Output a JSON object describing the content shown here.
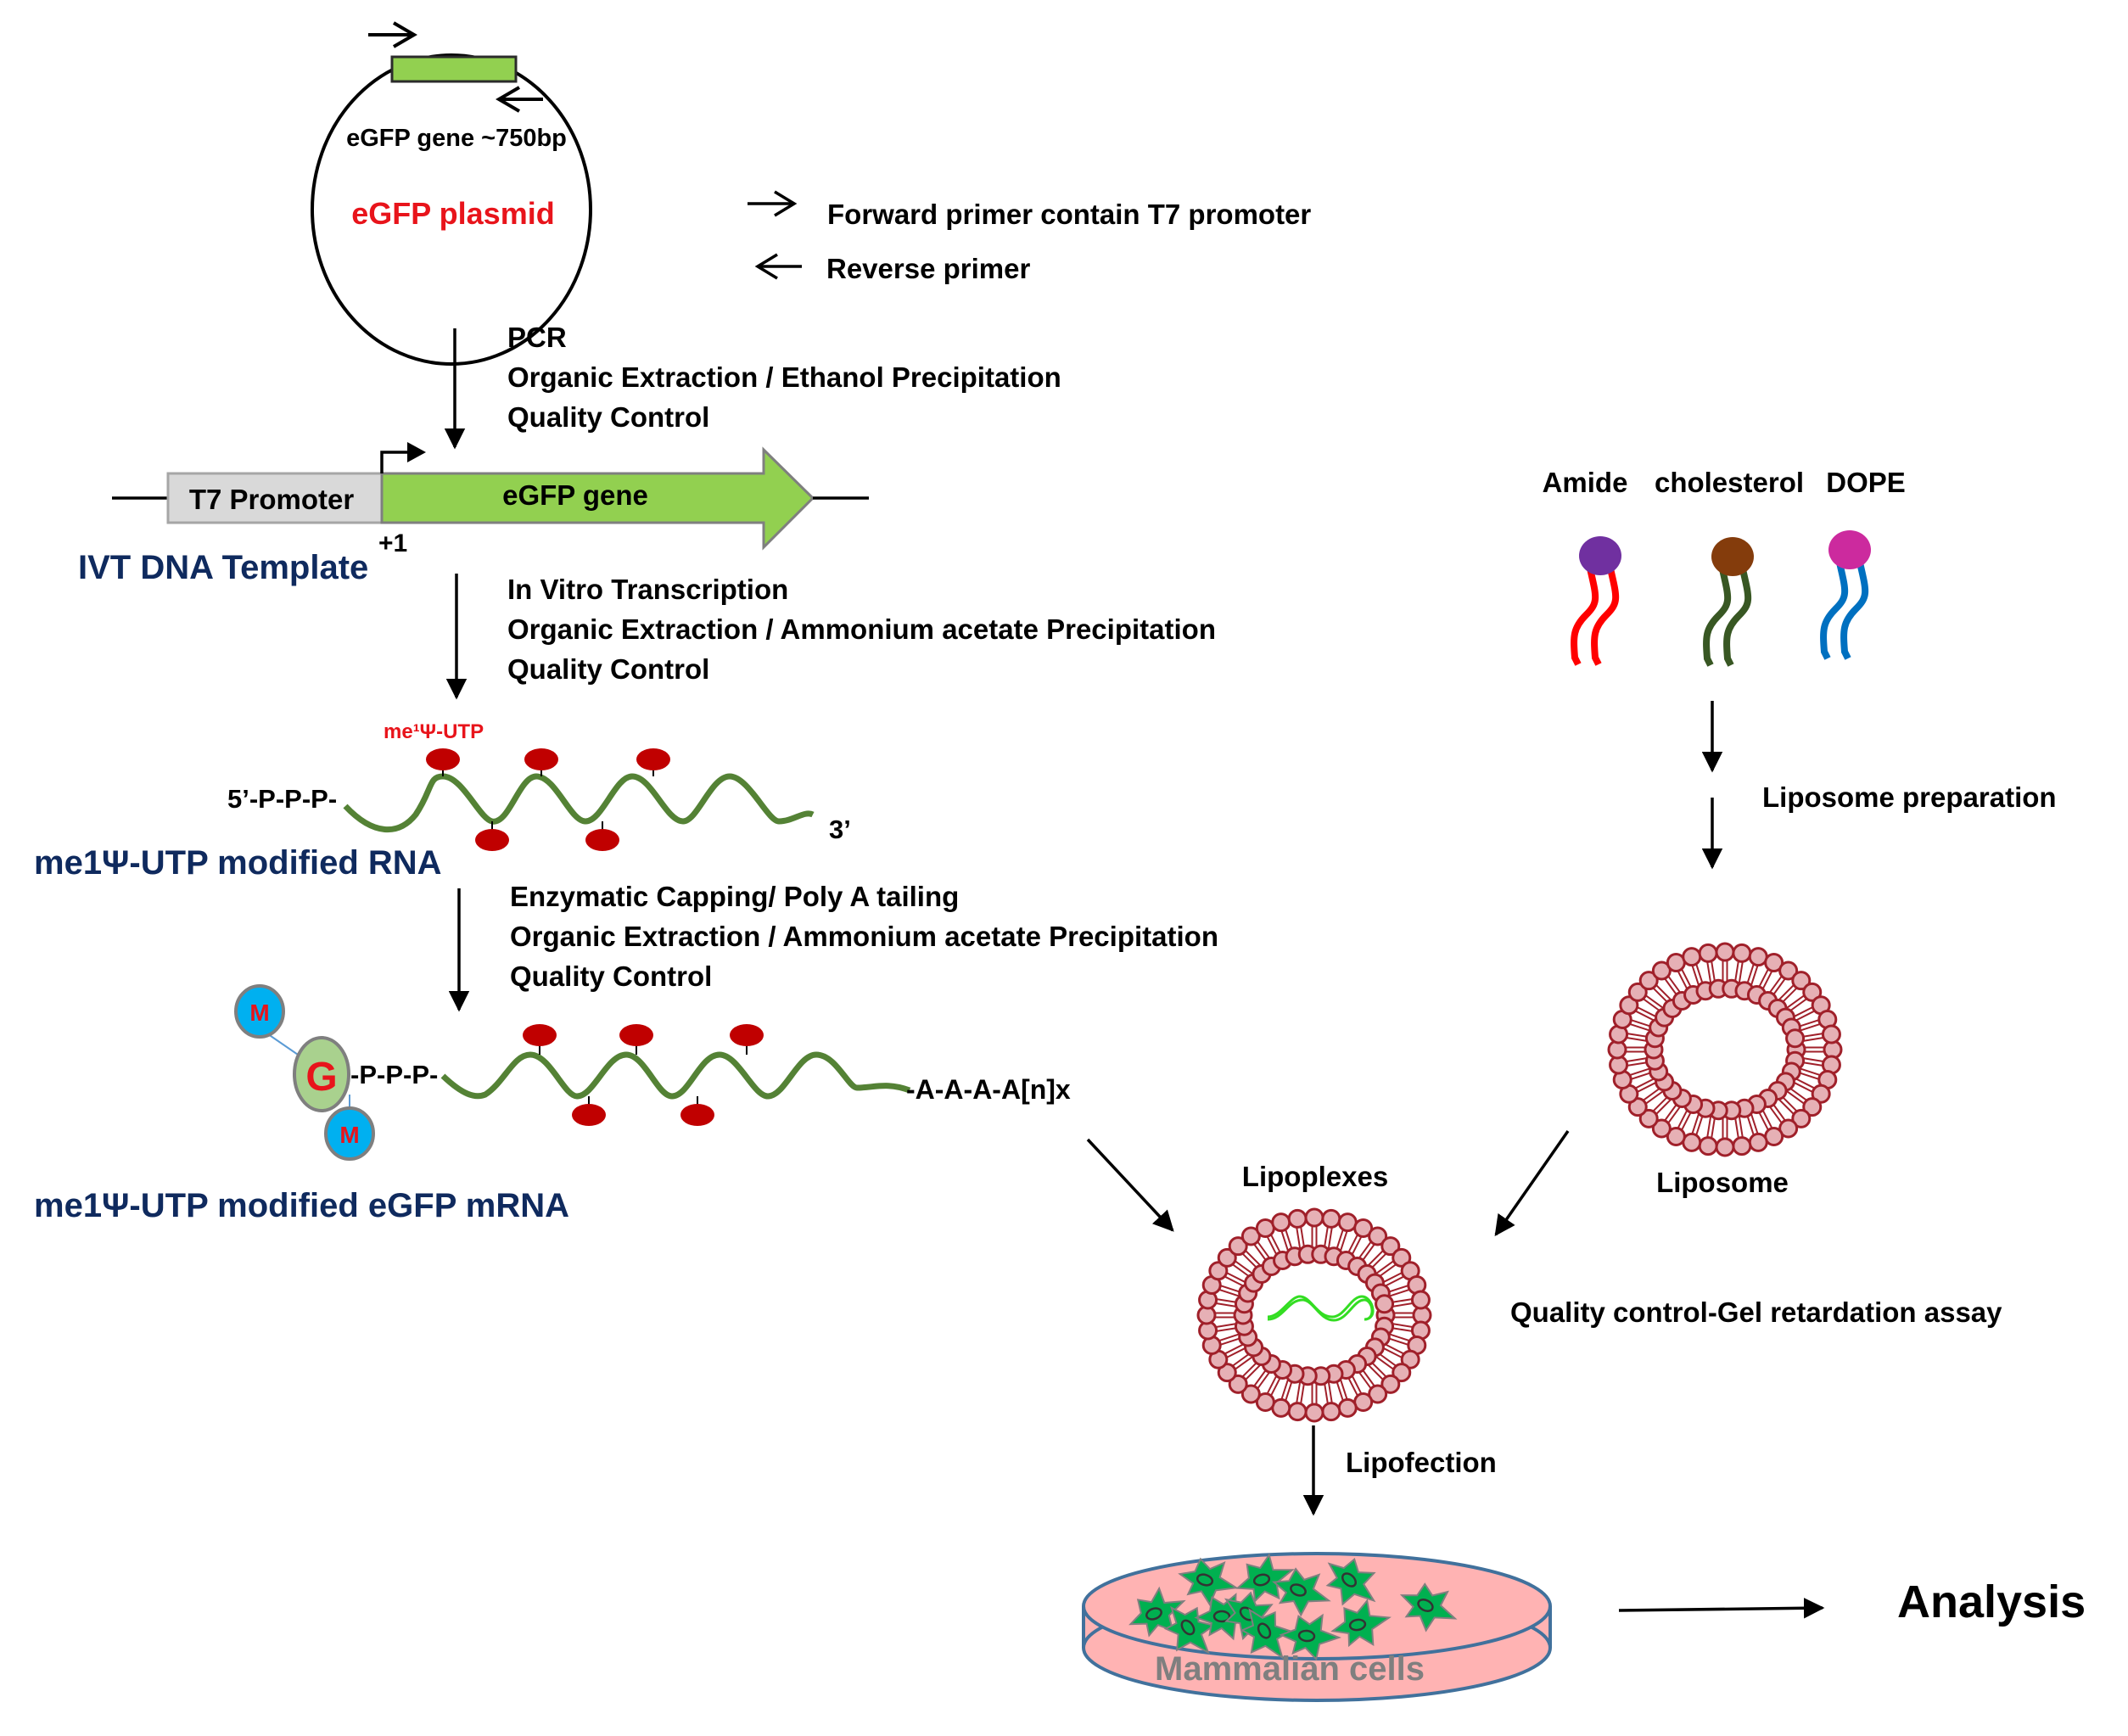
{
  "plasmid": {
    "gene_label": "eGFP gene ~750bp",
    "name": "eGFP plasmid"
  },
  "legend": {
    "forward_primer": "Forward primer contain T7 promoter",
    "reverse_primer": "Reverse primer"
  },
  "steps": {
    "pcr": [
      "PCR",
      "Organic Extraction / Ethanol Precipitation",
      "Quality Control"
    ],
    "ivt": [
      "In Vitro Transcription",
      "Organic Extraction / Ammonium acetate Precipitation",
      "Quality Control"
    ],
    "capping": [
      "Enzymatic Capping/ Poly A tailing",
      "Organic Extraction / Ammonium acetate Precipitation",
      "Quality Control"
    ]
  },
  "template": {
    "promoter_label": "T7 Promoter",
    "gene_label": "eGFP gene",
    "plus_one": "+1",
    "title": "IVT DNA Template"
  },
  "rna": {
    "modification_label": "me¹Ψ-UTP",
    "five_prime": "5’-P-P-P-",
    "three_prime": "3’",
    "title": "me1Ψ-UTP modified RNA"
  },
  "mrna": {
    "cap_methyl": "M",
    "cap_g": "G",
    "triphosphate": "-P-P-P-",
    "second_methyl": "M",
    "poly_a": "-A-A-A-A[n]x",
    "title": "me1Ψ-UTP modified eGFP mRNA"
  },
  "lipids": {
    "items": [
      {
        "name": "Amide",
        "head_color": "#7030a0",
        "tail_color": "#ff0000"
      },
      {
        "name": "cholesterol",
        "head_color": "#843c0c",
        "tail_color": "#385723"
      },
      {
        "name": "DOPE",
        "head_color": "#cc2a9e",
        "tail_color": "#0070c0"
      }
    ],
    "process_label": "Liposome preparation"
  },
  "liposome": {
    "label": "Liposome"
  },
  "lipoplex": {
    "label": "Lipoplexes",
    "qc_label": "Quality control-Gel retardation assay"
  },
  "transfection": {
    "label": "Lipofection"
  },
  "dish": {
    "label": "Mammalian cells"
  },
  "analysis": {
    "label": "Analysis"
  },
  "colors": {
    "gene_green": "#92d050",
    "promoter_grey": "#d9d9d9",
    "rna_green": "#548235",
    "modification_red": "#c00000",
    "lipid_fill": "#e6b0b5",
    "lipid_stroke": "#a0202a",
    "dish_pink": "#ffb3b3",
    "dish_rim": "#41719c",
    "cell_green": "#00b050",
    "methyl_blue": "#00b0f0",
    "cap_green": "#a9d18e",
    "title_navy": "#0f2a5e"
  }
}
